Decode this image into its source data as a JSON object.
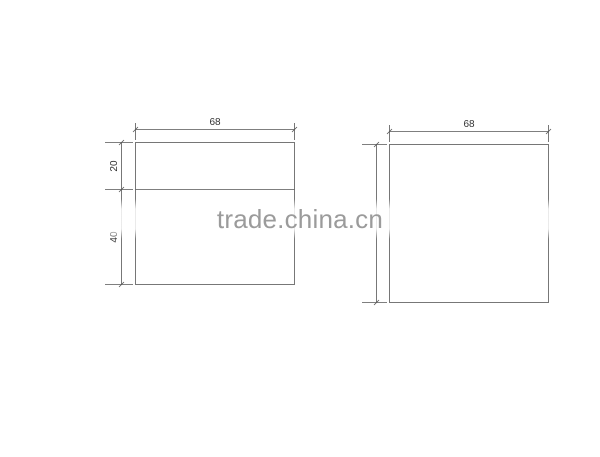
{
  "drawing": {
    "line_color": "#555555",
    "left_view": {
      "width_label": "68",
      "top_height_label": "20",
      "bottom_height_label": "40"
    },
    "right_view": {
      "width_label": "68"
    }
  },
  "watermark": {
    "text": "trade.china.cn",
    "band_color": "#ffffff",
    "text_color": "#9b9b9b"
  }
}
